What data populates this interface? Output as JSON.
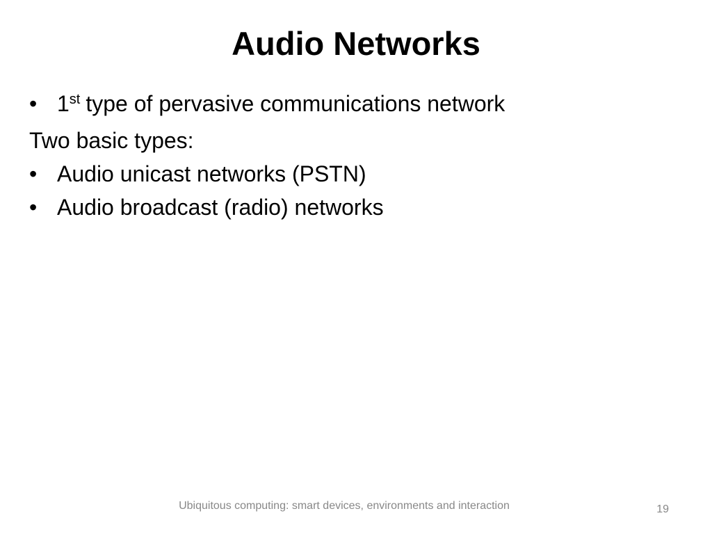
{
  "slide": {
    "title": "Audio Networks",
    "items": [
      {
        "type": "bullet",
        "bullet": "•",
        "prefix": "1",
        "sup": "st",
        "text": "type of pervasive communications network"
      },
      {
        "type": "plain",
        "text": "Two basic types:"
      },
      {
        "type": "bullet",
        "bullet": "•",
        "text": "Audio unicast networks (PSTN)"
      },
      {
        "type": "bullet",
        "bullet": "•",
        "text": "Audio broadcast (radio) networks"
      }
    ]
  },
  "footer": {
    "text": "Ubiquitous computing: smart devices, environments and interaction",
    "page_number": "19"
  }
}
